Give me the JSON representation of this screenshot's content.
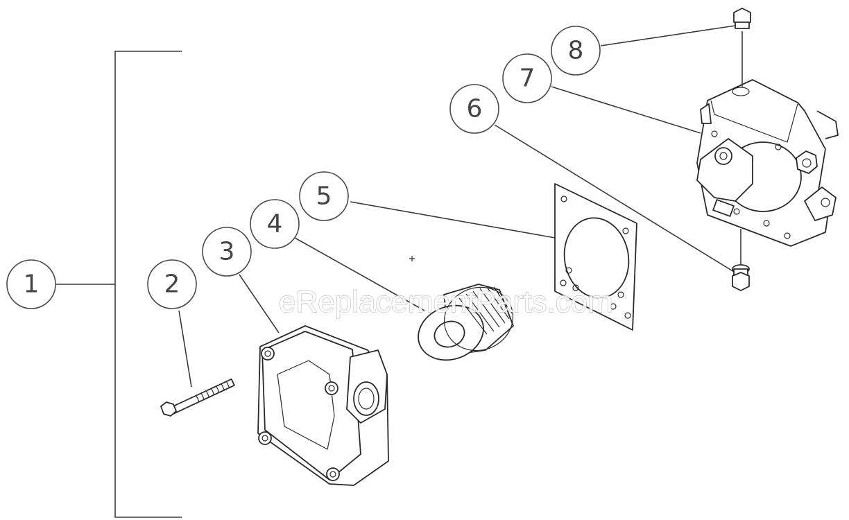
{
  "callouts": [
    "1",
    "2",
    "3",
    "4",
    "5",
    "6",
    "7",
    "8"
  ],
  "watermark": "eReplacementParts.com",
  "colors": {
    "line": "#3a3a3a",
    "callout_text": "#444444",
    "watermark_outline": "#b8b8b8",
    "background": "#ffffff"
  }
}
